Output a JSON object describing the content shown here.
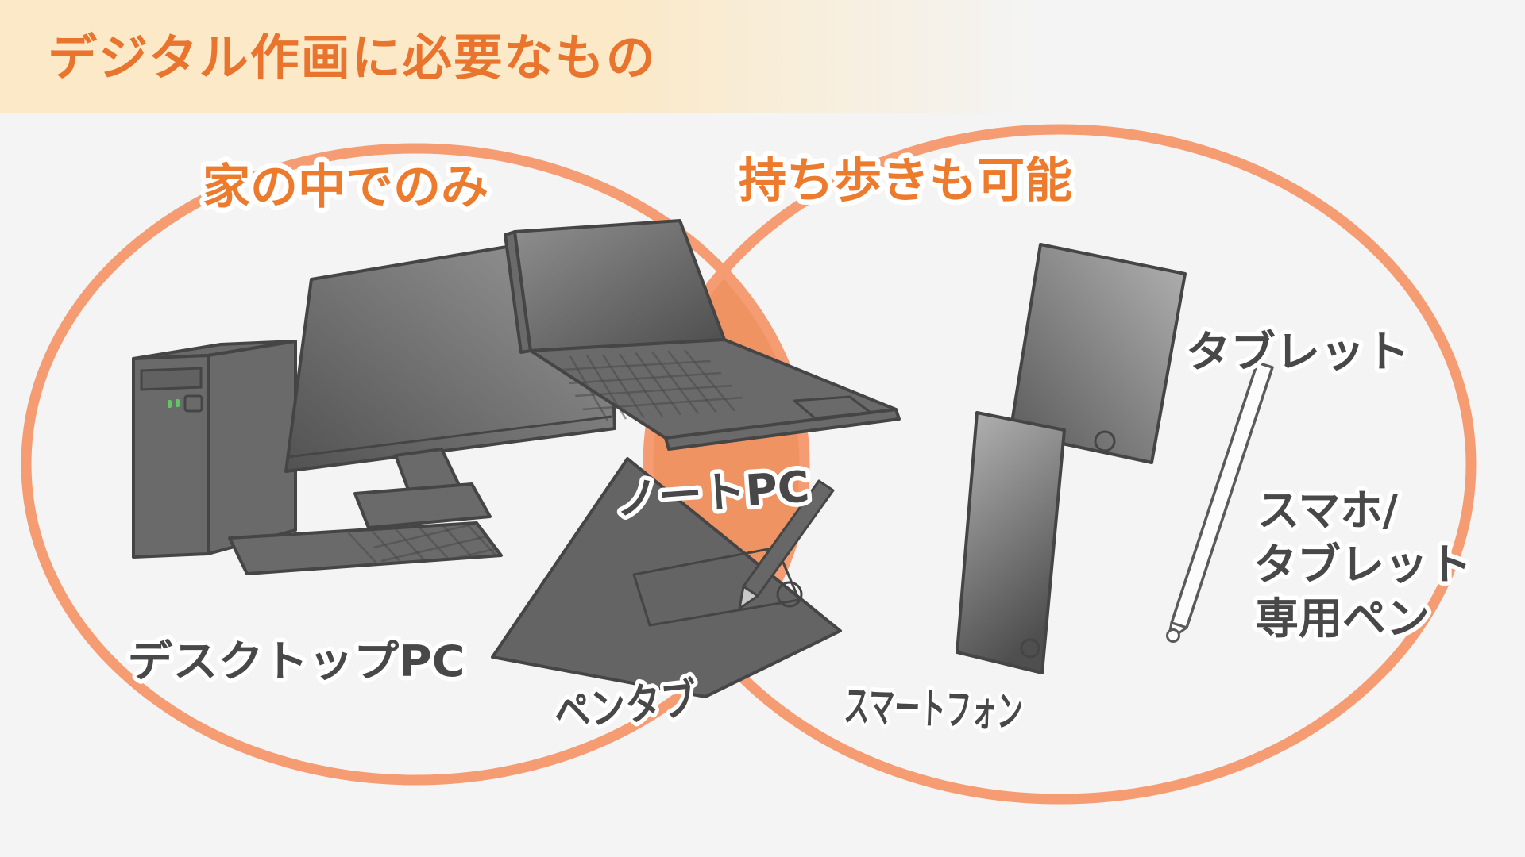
{
  "title": {
    "text": "デジタル作画に必要なもの"
  },
  "colors": {
    "background": "#F4F4F4",
    "title_band": "#FBE9C7",
    "title_text": "#E8742E",
    "circle_stroke": "#F59C73",
    "overlap_fill": "#F09363",
    "category_label_orange": "#ED7B2E",
    "item_label_gray": "#484848",
    "device_fill_gray": "#6A6A6A",
    "device_outline": "#454545",
    "led_green": "#62C562"
  },
  "venn": {
    "left": {
      "label": "家の中でのみ",
      "items": [
        "デスクトップPC"
      ]
    },
    "right": {
      "label": "持ち歩きも可能",
      "items": [
        "タブレット",
        "スマートフォン",
        "スマホ/タブレット専用ペン"
      ]
    },
    "overlap": {
      "items": [
        "ノートPC",
        "ペンタブ"
      ]
    }
  },
  "labels": {
    "desktop_pc": "デスクトップPC",
    "note_pc": "ノートPC",
    "pen_tablet": "ペンタブ",
    "tablet": "タブレット",
    "smartphone": "スマートフォン",
    "stylus_line1": "スマホ/",
    "stylus_line2": "タブレット",
    "stylus_line3": "専用ペン"
  }
}
